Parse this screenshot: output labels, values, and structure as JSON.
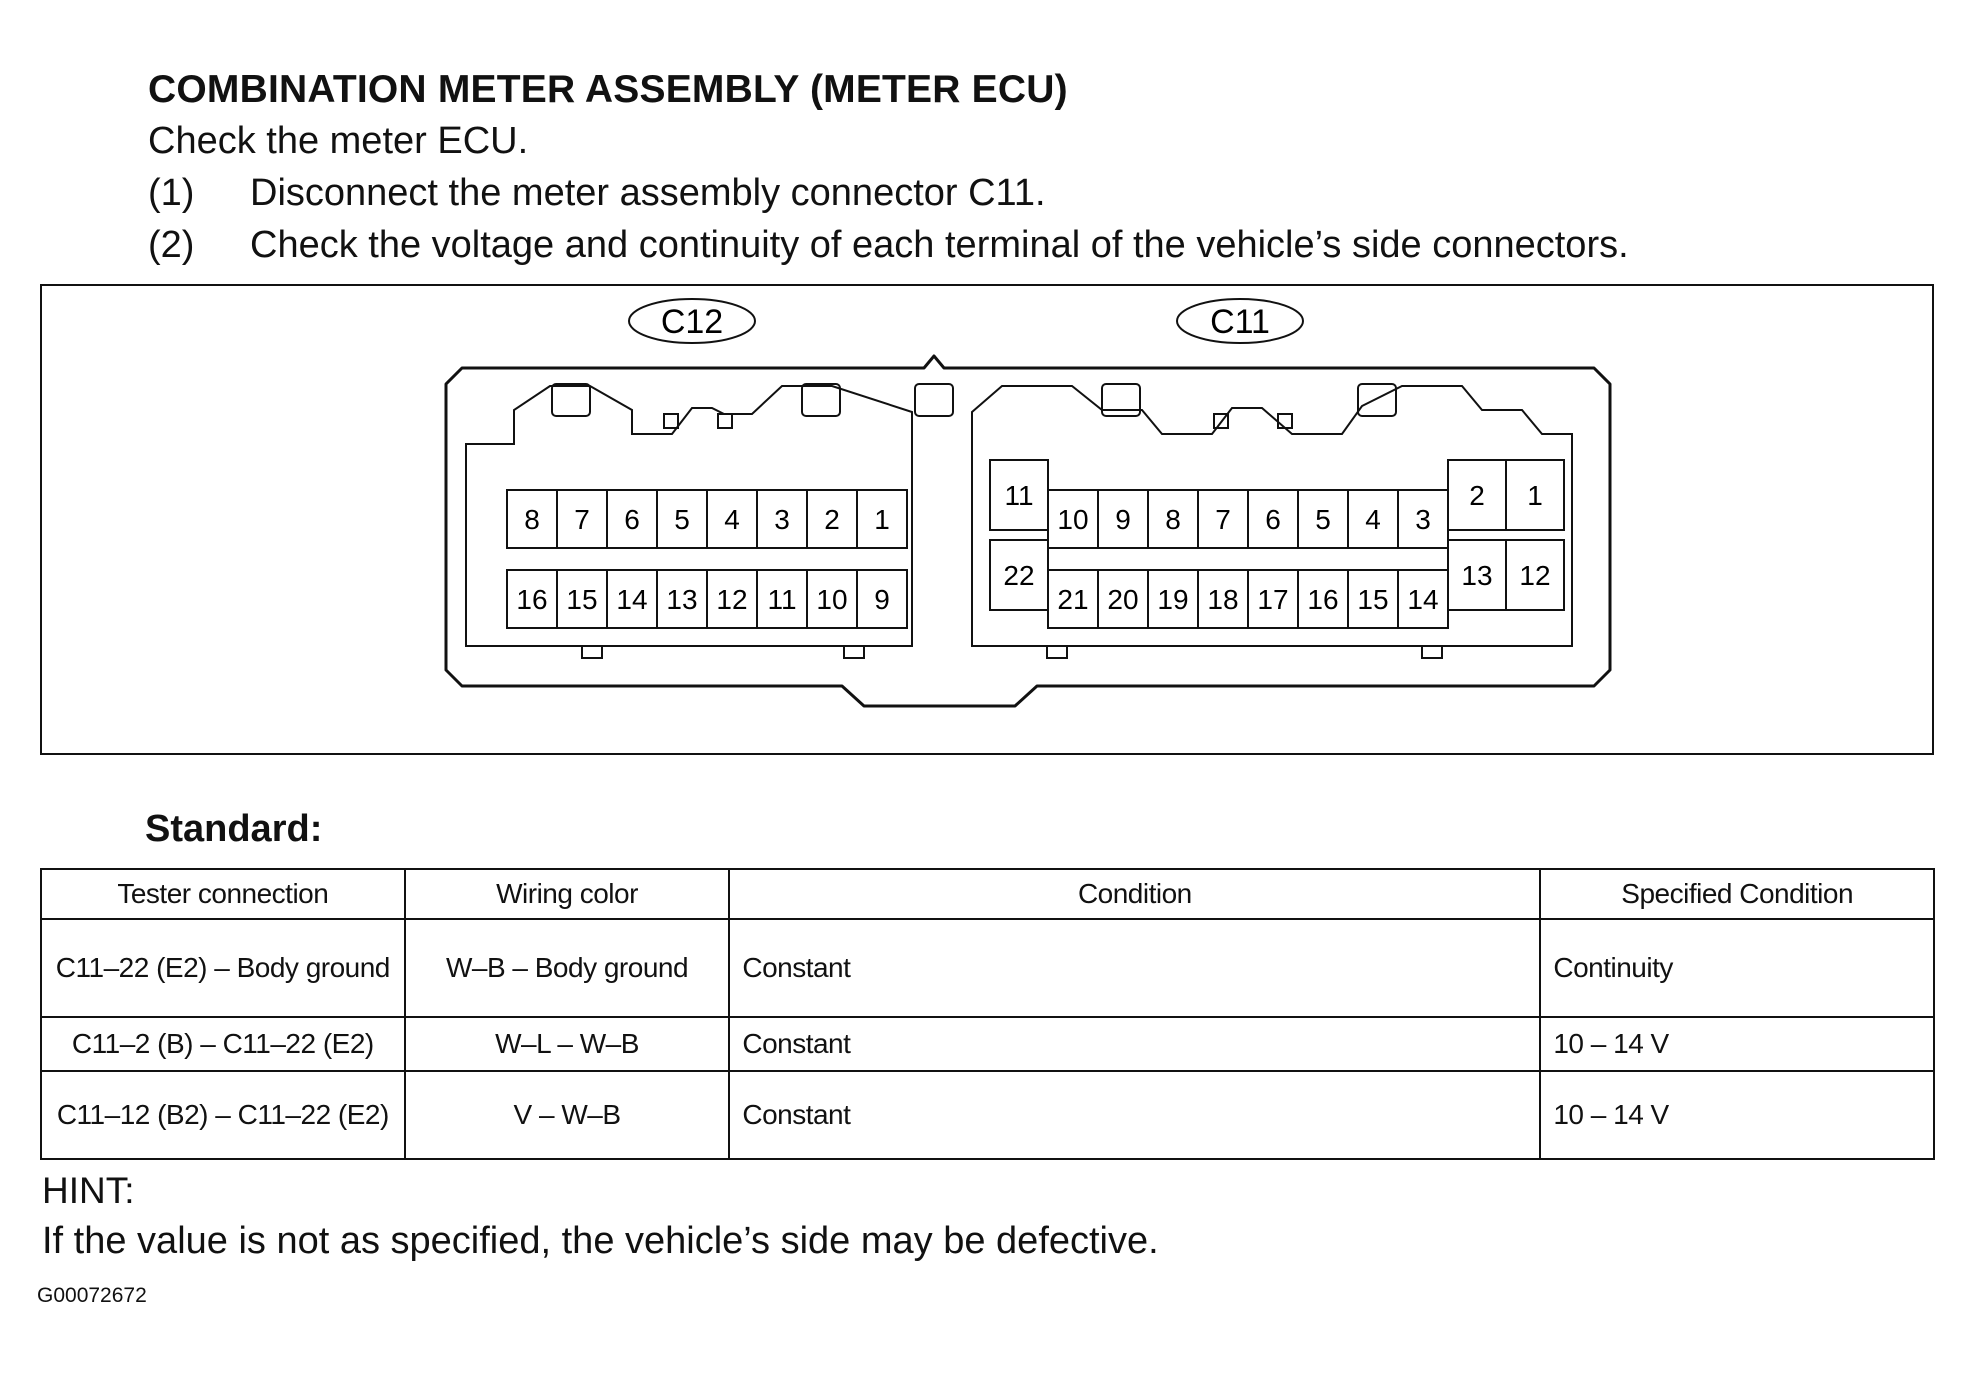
{
  "heading": "COMBINATION METER ASSEMBLY (METER ECU)",
  "intro": "Check the meter ECU.",
  "steps": [
    {
      "num": "(1)",
      "text": "Disconnect the meter assembly connector C11."
    },
    {
      "num": "(2)",
      "text": "Check the voltage and continuity of each terminal of the vehicle’s side connectors."
    }
  ],
  "connectors": {
    "c12": {
      "label": "C12",
      "top_row": [
        "8",
        "7",
        "6",
        "5",
        "4",
        "3",
        "2",
        "1"
      ],
      "bottom_row": [
        "16",
        "15",
        "14",
        "13",
        "12",
        "11",
        "10",
        "9"
      ]
    },
    "c11": {
      "label": "C11",
      "left_top": "11",
      "left_bottom": "22",
      "top_row": [
        "10",
        "9",
        "8",
        "7",
        "6",
        "5",
        "4",
        "3"
      ],
      "bottom_row": [
        "21",
        "20",
        "19",
        "18",
        "17",
        "16",
        "15",
        "14"
      ],
      "right_top": [
        "2",
        "1"
      ],
      "right_bottom": [
        "13",
        "12"
      ]
    }
  },
  "standard_label": "Standard:",
  "table": {
    "headers": [
      "Tester connection",
      "Wiring color",
      "Condition",
      "Specified Condition"
    ],
    "rows": [
      [
        "C11–22 (E2) – Body ground",
        "W–B – Body ground",
        "Constant",
        "Continuity"
      ],
      [
        "C11–2 (B) – C11–22 (E2)",
        "W–L – W–B",
        "Constant",
        "10 – 14 V"
      ],
      [
        "C11–12 (B2) – C11–22 (E2)",
        "V – W–B",
        "Constant",
        "10 – 14 V"
      ]
    ]
  },
  "hint": {
    "title": "HINT:",
    "text": "If the value is not as specified, the vehicle’s side may be defective."
  },
  "figure_code": "G00072672"
}
